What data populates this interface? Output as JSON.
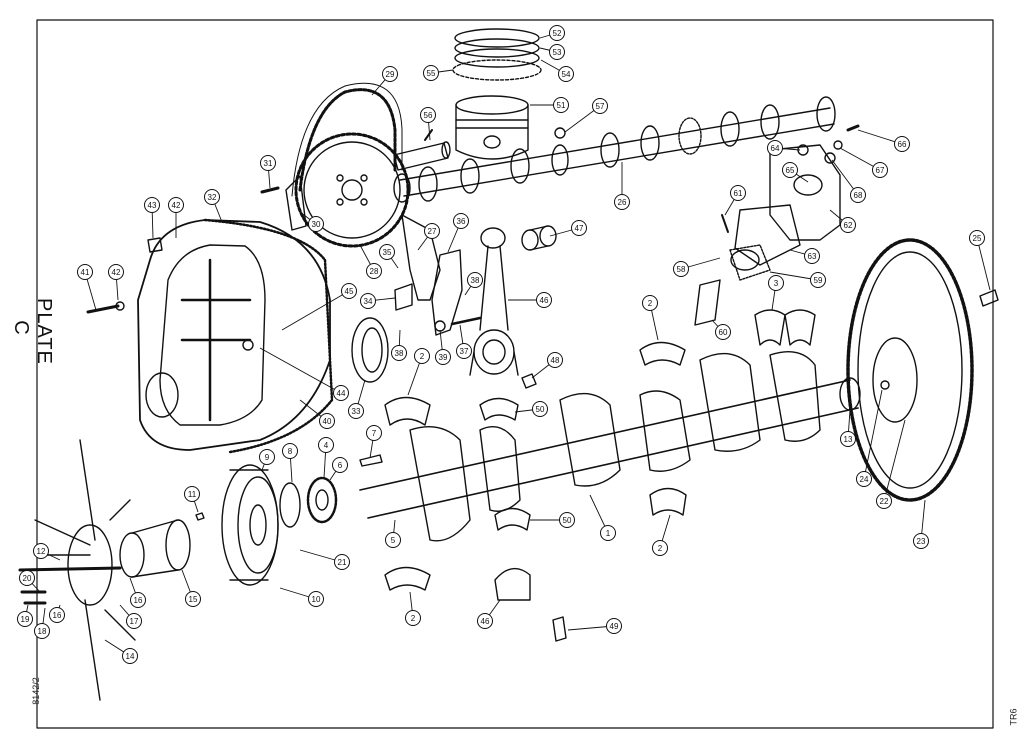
{
  "plate_title": "PLATE C",
  "codes": {
    "drawing_no": "8142/2",
    "model": "TR6"
  },
  "colors": {
    "ink": "#111111",
    "paper": "#ffffff"
  },
  "callouts": [
    {
      "id": "c52",
      "label": "52"
    },
    {
      "id": "c53",
      "label": "53"
    },
    {
      "id": "c54",
      "label": "54"
    },
    {
      "id": "c55",
      "label": "55"
    },
    {
      "id": "c51",
      "label": "51"
    },
    {
      "id": "c57",
      "label": "57"
    },
    {
      "id": "c56",
      "label": "56"
    },
    {
      "id": "c29",
      "label": "29"
    },
    {
      "id": "c26",
      "label": "26"
    },
    {
      "id": "c66",
      "label": "66"
    },
    {
      "id": "c64",
      "label": "64"
    },
    {
      "id": "c65",
      "label": "65"
    },
    {
      "id": "c67",
      "label": "67"
    },
    {
      "id": "c68",
      "label": "68"
    },
    {
      "id": "c62",
      "label": "62"
    },
    {
      "id": "c31",
      "label": "31"
    },
    {
      "id": "c30",
      "label": "30"
    },
    {
      "id": "c32",
      "label": "32"
    },
    {
      "id": "c43",
      "label": "43"
    },
    {
      "id": "c42a",
      "label": "42"
    },
    {
      "id": "c27",
      "label": "27"
    },
    {
      "id": "c36",
      "label": "36"
    },
    {
      "id": "c47",
      "label": "47"
    },
    {
      "id": "c61",
      "label": "61"
    },
    {
      "id": "c63",
      "label": "63"
    },
    {
      "id": "c58",
      "label": "58"
    },
    {
      "id": "c59",
      "label": "59"
    },
    {
      "id": "c25",
      "label": "25"
    },
    {
      "id": "c35",
      "label": "35"
    },
    {
      "id": "c28",
      "label": "28"
    },
    {
      "id": "c41",
      "label": "41"
    },
    {
      "id": "c42b",
      "label": "42"
    },
    {
      "id": "c38a",
      "label": "38"
    },
    {
      "id": "c45",
      "label": "45"
    },
    {
      "id": "c34",
      "label": "34"
    },
    {
      "id": "c46a",
      "label": "46"
    },
    {
      "id": "c3",
      "label": "3"
    },
    {
      "id": "c2a",
      "label": "2"
    },
    {
      "id": "c60",
      "label": "60"
    },
    {
      "id": "c39",
      "label": "39"
    },
    {
      "id": "c37",
      "label": "37"
    },
    {
      "id": "c38b",
      "label": "38"
    },
    {
      "id": "c2b",
      "label": "2"
    },
    {
      "id": "c48",
      "label": "48"
    },
    {
      "id": "c33",
      "label": "33"
    },
    {
      "id": "c44",
      "label": "44"
    },
    {
      "id": "c50a",
      "label": "50"
    },
    {
      "id": "c40",
      "label": "40"
    },
    {
      "id": "c13",
      "label": "13"
    },
    {
      "id": "c7",
      "label": "7"
    },
    {
      "id": "c4",
      "label": "4"
    },
    {
      "id": "c8",
      "label": "8"
    },
    {
      "id": "c9",
      "label": "9"
    },
    {
      "id": "c6",
      "label": "6"
    },
    {
      "id": "c24",
      "label": "24"
    },
    {
      "id": "c22",
      "label": "22"
    },
    {
      "id": "c11",
      "label": "11"
    },
    {
      "id": "c1",
      "label": "1"
    },
    {
      "id": "c50b",
      "label": "50"
    },
    {
      "id": "c2c",
      "label": "2"
    },
    {
      "id": "c23",
      "label": "23"
    },
    {
      "id": "c5",
      "label": "5"
    },
    {
      "id": "c21",
      "label": "21"
    },
    {
      "id": "c12",
      "label": "12"
    },
    {
      "id": "c20",
      "label": "20"
    },
    {
      "id": "c16a",
      "label": "16"
    },
    {
      "id": "c15",
      "label": "15"
    },
    {
      "id": "c10",
      "label": "10"
    },
    {
      "id": "c2d",
      "label": "2"
    },
    {
      "id": "c19",
      "label": "19"
    },
    {
      "id": "c18",
      "label": "18"
    },
    {
      "id": "c16b",
      "label": "16"
    },
    {
      "id": "c17",
      "label": "17"
    },
    {
      "id": "c14",
      "label": "14"
    },
    {
      "id": "c46b",
      "label": "46"
    },
    {
      "id": "c49",
      "label": "49"
    }
  ]
}
